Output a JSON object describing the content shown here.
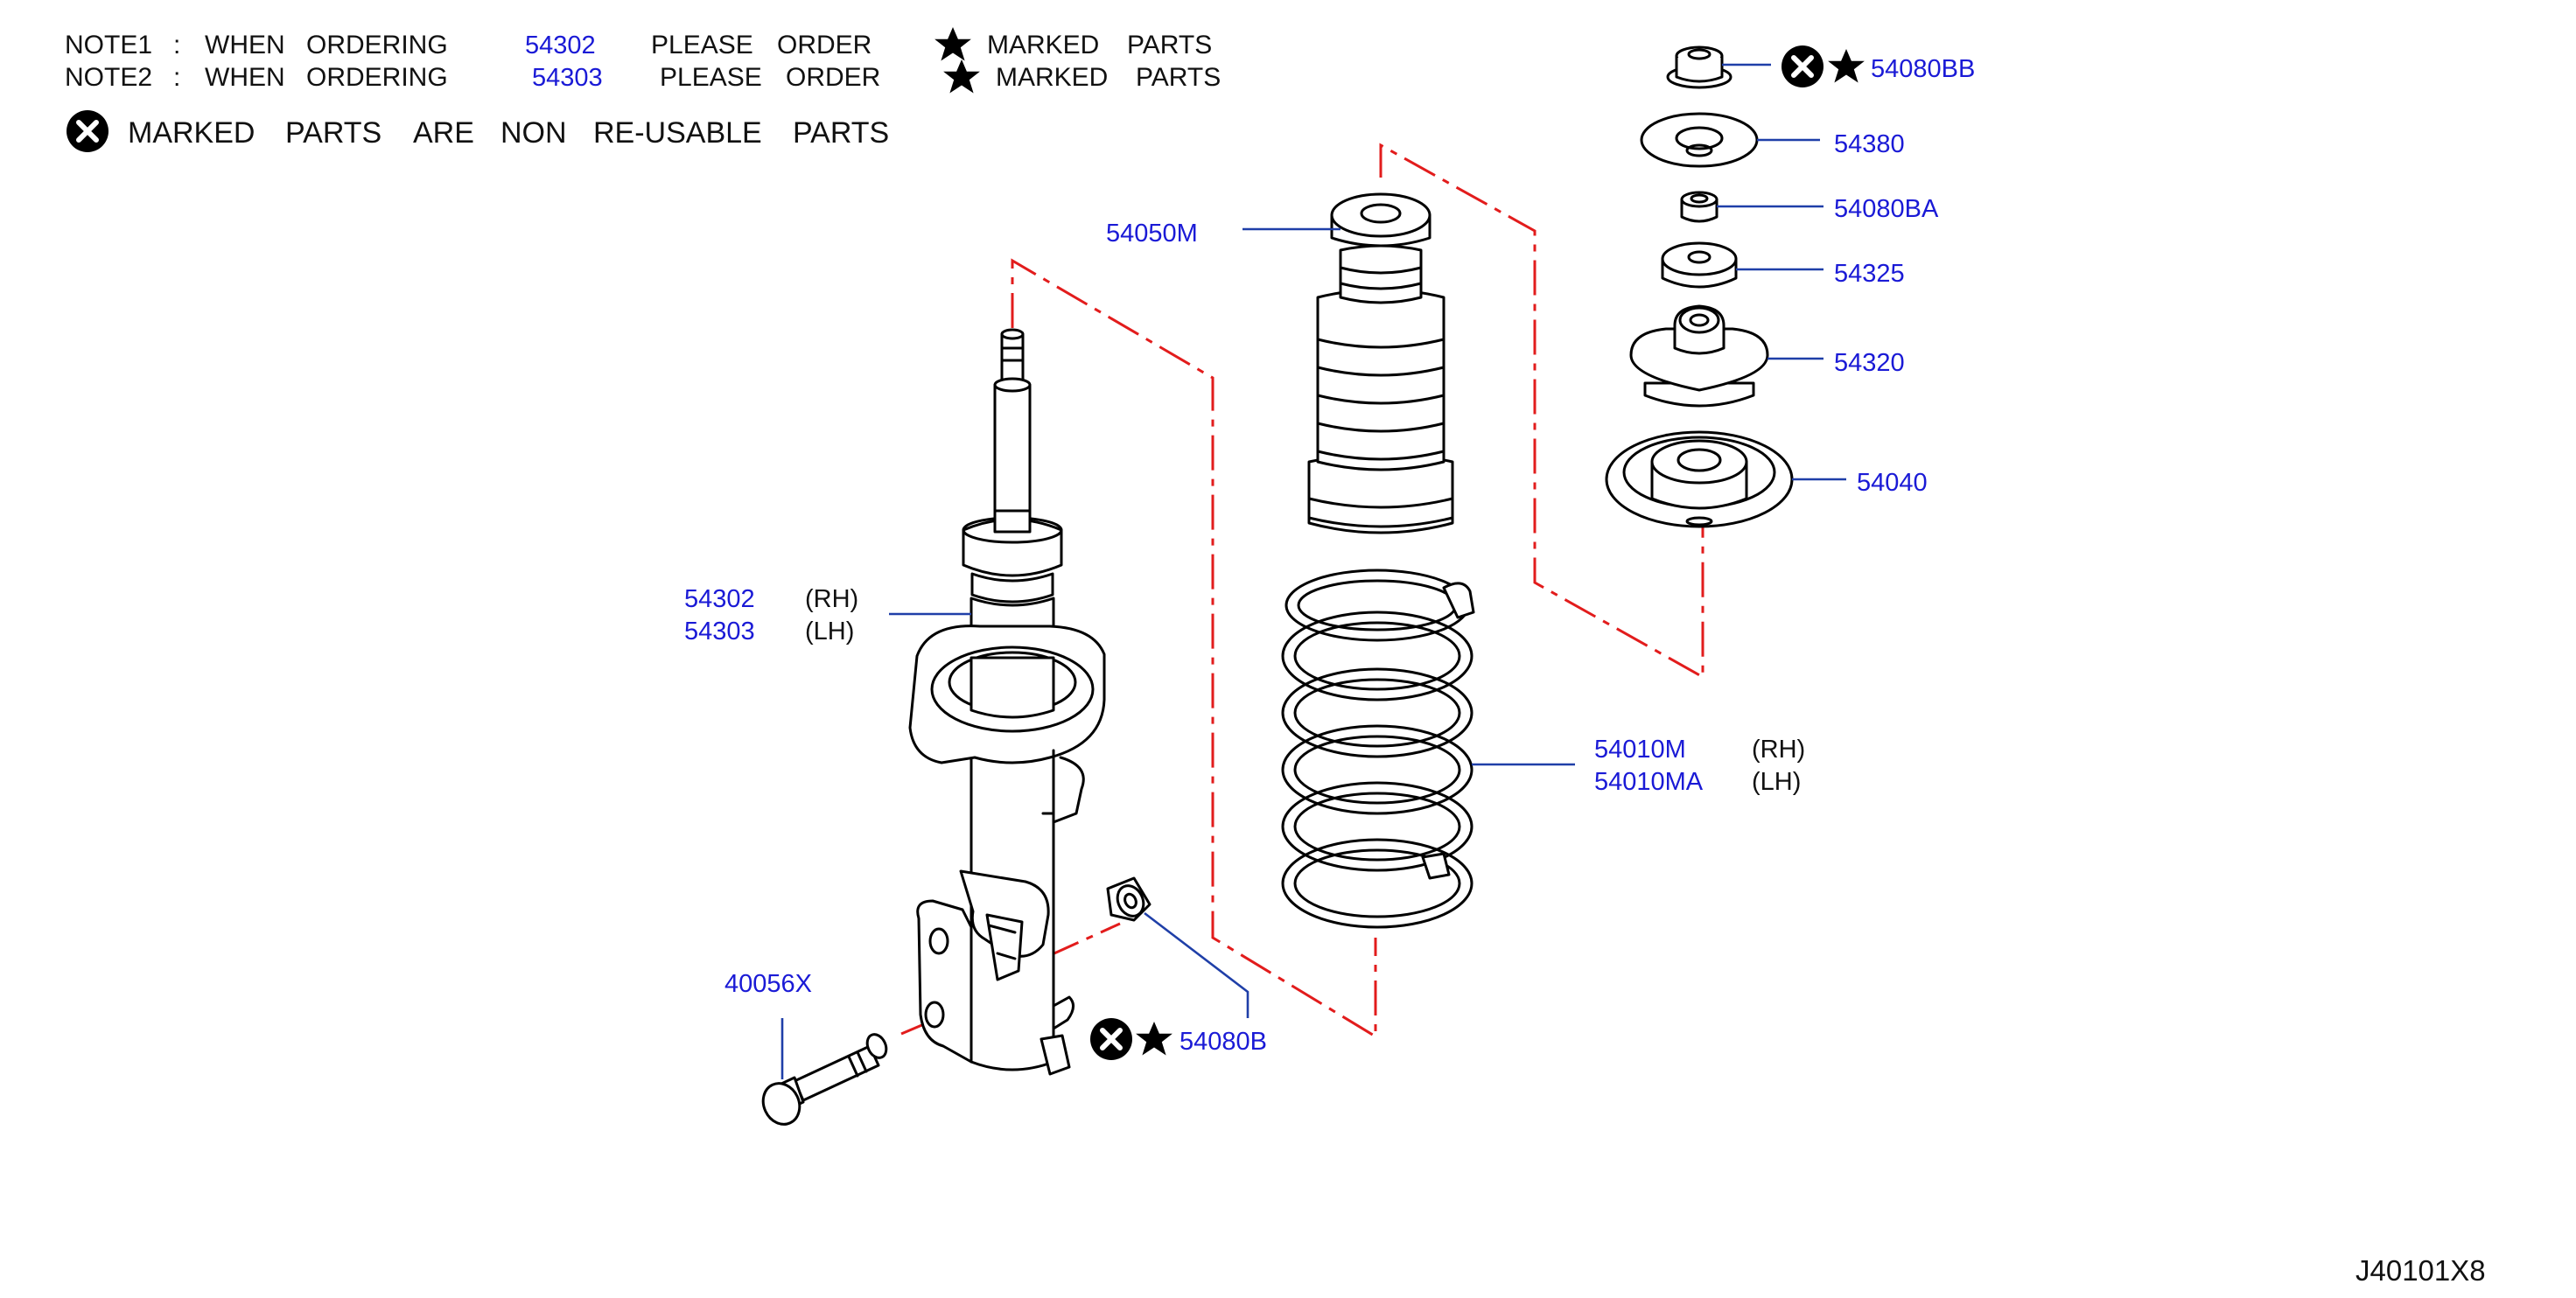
{
  "notes": {
    "note1": {
      "label": "NOTE1",
      "colon": ":",
      "text1": "WHEN",
      "text2": "ORDERING",
      "part": "54302",
      "text3": "PLEASE",
      "text4": "ORDER",
      "text5": "MARKED",
      "text6": "PARTS"
    },
    "note2": {
      "label": "NOTE2",
      "colon": ":",
      "text1": "WHEN",
      "text2": "ORDERING",
      "part": "54303",
      "text3": "PLEASE",
      "text4": "ORDER",
      "text5": "MARKED",
      "text6": "PARTS"
    },
    "note3": {
      "w1": "MARKED",
      "w2": "PARTS",
      "w3": "ARE",
      "w4": "NON",
      "w5": "RE-USABLE",
      "w6": "PARTS"
    }
  },
  "parts": {
    "p54080BB": "54080BB",
    "p54380": "54380",
    "p54080BA": "54080BA",
    "p54325": "54325",
    "p54320": "54320",
    "p54040": "54040",
    "p54050M": "54050M",
    "p54302": "54302",
    "p54302_side": "(RH)",
    "p54303": "54303",
    "p54303_side": "(LH)",
    "p54010M": "54010M",
    "p54010M_side": "(RH)",
    "p54010MA": "54010MA",
    "p54010MA_side": "(LH)",
    "p40056X": "40056X",
    "p54080B": "54080B"
  },
  "reference": "J40101X8",
  "colors": {
    "part_number": "#1a1ad6",
    "leader": "#1f3fa8",
    "axis": "#e21c1c",
    "ink": "#000000"
  },
  "icons": {
    "non_reusable": "circle-x-icon",
    "order_marked": "star-icon"
  }
}
